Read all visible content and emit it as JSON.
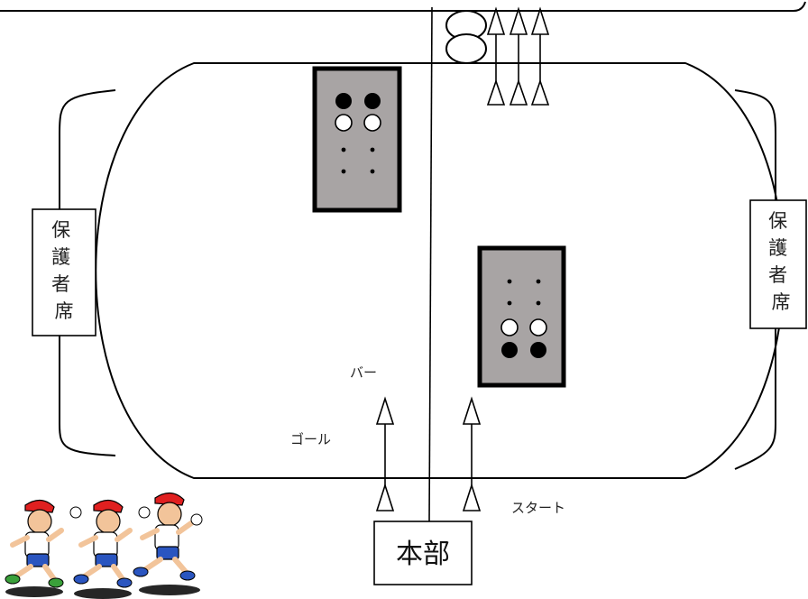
{
  "labels": {
    "guardian_left": "保護者席",
    "guardian_right": "保護者席",
    "bar": "バー",
    "goal": "ゴール",
    "start": "スタート",
    "headquarters": "本部"
  },
  "icons": {
    "start_arrows": "triangle-up-icon",
    "runners": "running-children-icon"
  },
  "colors": {
    "line": "#000000",
    "mat": "#a8a4a4",
    "runner_cap": "#e02020",
    "runner_shorts": "#2a55c0"
  }
}
